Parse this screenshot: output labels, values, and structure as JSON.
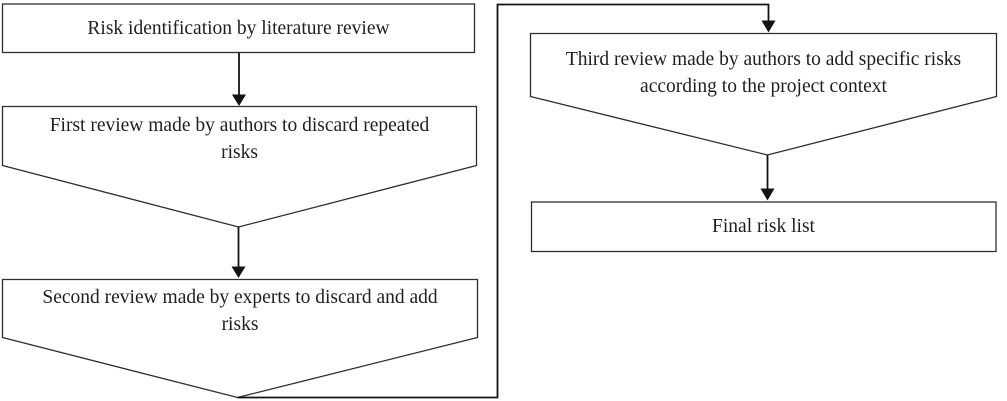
{
  "flowchart": {
    "nodes": {
      "risk_identification": {
        "label": "Risk identification by literature review",
        "shape": "rectangle"
      },
      "first_review": {
        "label": "First review made by authors to discard repeated\nrisks",
        "shape": "pentagon-merge"
      },
      "second_review": {
        "label": "Second review made by experts to discard and add\nrisks",
        "shape": "pentagon-merge"
      },
      "third_review": {
        "label": "Third review made by authors to add specific risks\naccording to the project context",
        "shape": "pentagon-merge"
      },
      "final_risk_list": {
        "label": "Final risk list",
        "shape": "rectangle"
      }
    },
    "colors": {
      "background": "#ffffff",
      "shape_fill": "#ffffff",
      "shape_stroke": "#2e2e2e",
      "connector_stroke": "#141414",
      "text": "#1f1f1f"
    }
  }
}
